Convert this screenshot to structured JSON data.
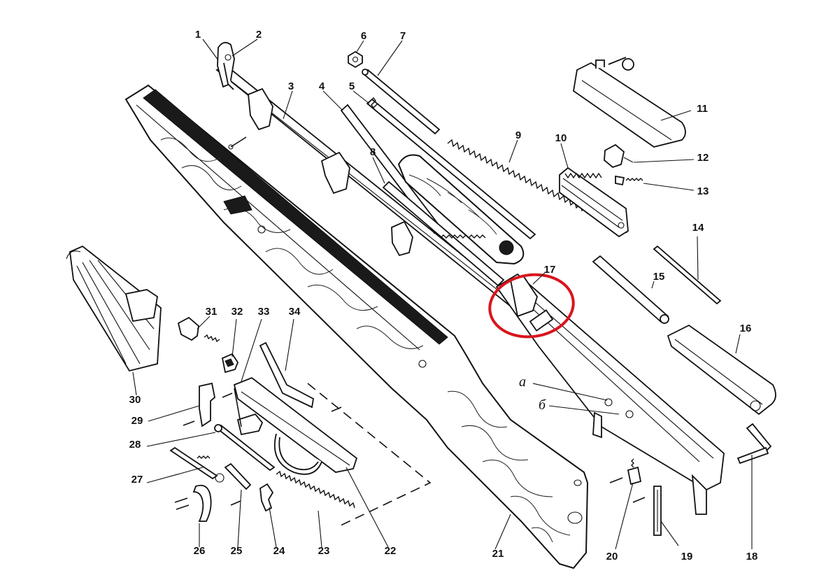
{
  "diagram": {
    "highlight_color": "#d9141e",
    "line_color": "#111111",
    "background": "#ffffff",
    "parts": [
      {
        "n": "1"
      },
      {
        "n": "2"
      },
      {
        "n": "3"
      },
      {
        "n": "4"
      },
      {
        "n": "5"
      },
      {
        "n": "6"
      },
      {
        "n": "7"
      },
      {
        "n": "8"
      },
      {
        "n": "9"
      },
      {
        "n": "10"
      },
      {
        "n": "11"
      },
      {
        "n": "12"
      },
      {
        "n": "13"
      },
      {
        "n": "14"
      },
      {
        "n": "15"
      },
      {
        "n": "16"
      },
      {
        "n": "17"
      },
      {
        "n": "18"
      },
      {
        "n": "19"
      },
      {
        "n": "20"
      },
      {
        "n": "21"
      },
      {
        "n": "22"
      },
      {
        "n": "23"
      },
      {
        "n": "24"
      },
      {
        "n": "25"
      },
      {
        "n": "26"
      },
      {
        "n": "27"
      },
      {
        "n": "28"
      },
      {
        "n": "29"
      },
      {
        "n": "30"
      },
      {
        "n": "31"
      },
      {
        "n": "32"
      },
      {
        "n": "33"
      },
      {
        "n": "34"
      }
    ],
    "letters": [
      {
        "t": "а"
      },
      {
        "t": "б"
      }
    ]
  }
}
